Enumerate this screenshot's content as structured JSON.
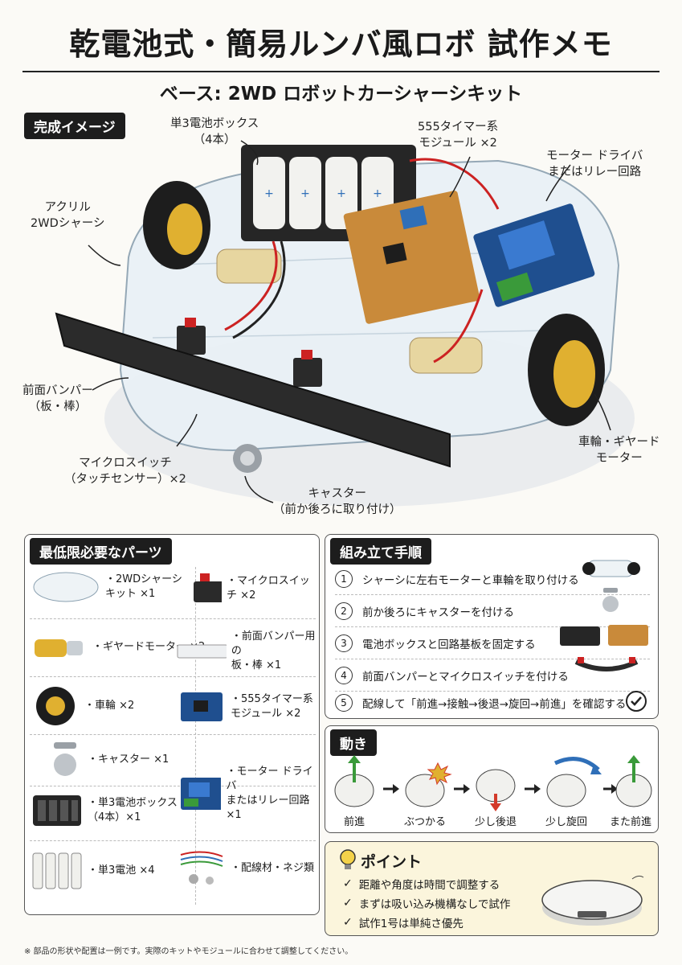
{
  "header": {
    "title": "乾電池式・簡易ルンバ風ロボ 試作メモ",
    "subtitle": "ベース: 2WD ロボットカーシャーシキット"
  },
  "hero": {
    "section_label": "完成イメージ",
    "callouts": {
      "battery_box": "単3電池ボックス\n（4本）",
      "timer": "555タイマー系\nモジュール ×2",
      "driver": "モーター ドライバ\nまたはリレー回路",
      "chassis": "アクリル\n2WDシャーシ",
      "bumper": "前面バンパー\n（板・棒）",
      "switch": "マイクロスイッチ\n（タッチセンサー）×2",
      "caster": "キャスター\n（前か後ろに取り付け）",
      "wheel": "車輪・ギヤード\nモーター"
    }
  },
  "parts": {
    "section_label": "最低限必要なパーツ",
    "left": [
      {
        "label": "・2WDシャーシ\nキット ×1",
        "icon": "chassis-icon"
      },
      {
        "label": "・ギヤードモーター ×2",
        "icon": "motor-icon"
      },
      {
        "label": "・車輪 ×2",
        "icon": "wheel-icon"
      },
      {
        "label": "・キャスター ×1",
        "icon": "caster-icon"
      },
      {
        "label": "・単3電池ボックス\n（4本）×1",
        "icon": "battery-box-icon"
      },
      {
        "label": "・単3電池 ×4",
        "icon": "battery-icon"
      }
    ],
    "right": [
      {
        "label": "・マイクロスイッチ ×2",
        "icon": "microswitch-icon"
      },
      {
        "label": "・前面バンパー用の\n板・棒 ×1",
        "icon": "bumper-plate-icon"
      },
      {
        "label": "・555タイマー系\nモジュール ×2",
        "icon": "timer-module-icon"
      },
      {
        "label": "・モーター ドライバ\nまたはリレー回路 ×1",
        "icon": "relay-module-icon"
      },
      {
        "label": "・配線材・ネジ類",
        "icon": "wires-screws-icon"
      }
    ]
  },
  "steps": {
    "section_label": "組み立て手順",
    "items": [
      {
        "num": "1",
        "text": "シャーシに左右モーターと車輪を取り付ける"
      },
      {
        "num": "2",
        "text": "前か後ろにキャスターを付ける"
      },
      {
        "num": "3",
        "text": "電池ボックスと回路基板を固定する"
      },
      {
        "num": "4",
        "text": "前面バンパーとマイクロスイッチを付ける"
      },
      {
        "num": "5",
        "text": "配線して「前進→接触→後退→旋回→前進」を確認する"
      }
    ]
  },
  "motion": {
    "section_label": "動き",
    "stages": [
      "前進",
      "ぶつかる",
      "少し後退",
      "少し旋回",
      "また前進"
    ]
  },
  "point": {
    "section_label": "ポイント",
    "items": [
      "距離や角度は時間で調整する",
      "まずは吸い込み機構なしで試作",
      "試作1号は単純さ優先"
    ]
  },
  "footnote": "※ 部品の形状や配置は一例です。実際のキットやモジュールに合わせて調整してください。",
  "colors": {
    "accent_green": "#3a9a3a",
    "accent_red": "#d33a2a",
    "accent_blue": "#2f6fb8",
    "wheel_gold": "#e0b030",
    "point_bg": "#fbf5dc"
  }
}
